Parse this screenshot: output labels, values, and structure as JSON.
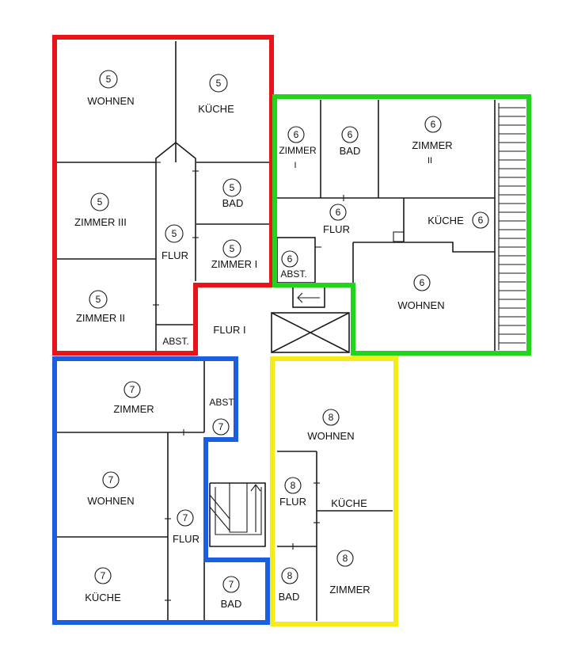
{
  "colors": {
    "unit5": "#e8141a",
    "unit6": "#22d41c",
    "unit7": "#1a5fe0",
    "unit8": "#f5ec1a",
    "wall": "#1a1a1a"
  },
  "units": {
    "u5": {
      "number": "5",
      "rooms": {
        "wohnen": {
          "label": "WOHNEN",
          "num": "5"
        },
        "kueche": {
          "label": "KÜCHE",
          "num": "5"
        },
        "zimmer3": {
          "label": "ZIMMER III",
          "num": "5"
        },
        "bad": {
          "label": "BAD",
          "num": "5"
        },
        "flur": {
          "label": "FLUR",
          "num": "5"
        },
        "zimmer1": {
          "label": "ZIMMER I",
          "num": "5"
        },
        "zimmer2": {
          "label": "ZIMMER II",
          "num": "5"
        },
        "abst": {
          "label": "ABST."
        }
      }
    },
    "u6": {
      "number": "6",
      "rooms": {
        "zimmer1": {
          "label": "ZIMMER",
          "sub": "I",
          "num": "6"
        },
        "bad": {
          "label": "BAD",
          "num": "6"
        },
        "zimmer2": {
          "label": "ZIMMER",
          "sub": "II",
          "num": "6"
        },
        "flur": {
          "label": "FLUR",
          "num": "6"
        },
        "kueche": {
          "label": "KÜCHE",
          "num": "6"
        },
        "abst": {
          "label": "ABST.",
          "num": "6"
        },
        "wohnen": {
          "label": "WOHNEN",
          "num": "6"
        }
      }
    },
    "u7": {
      "number": "7",
      "rooms": {
        "zimmer": {
          "label": "ZIMMER",
          "num": "7"
        },
        "abst": {
          "label": "ABST",
          "num": "7"
        },
        "wohnen": {
          "label": "WOHNEN",
          "num": "7"
        },
        "flur": {
          "label": "FLUR",
          "num": "7"
        },
        "kueche": {
          "label": "KÜCHE",
          "num": "7"
        },
        "bad": {
          "label": "BAD",
          "num": "7"
        }
      }
    },
    "u8": {
      "number": "8",
      "rooms": {
        "wohnen": {
          "label": "WOHNEN",
          "num": "8"
        },
        "flur": {
          "label": "FLUR",
          "num": "8"
        },
        "kueche": {
          "label": "KÜCHE"
        },
        "bad": {
          "label": "BAD",
          "num": "8"
        },
        "zimmer": {
          "label": "ZIMMER",
          "num": "8"
        }
      }
    }
  },
  "common": {
    "flur1": {
      "label": "FLUR I"
    }
  }
}
